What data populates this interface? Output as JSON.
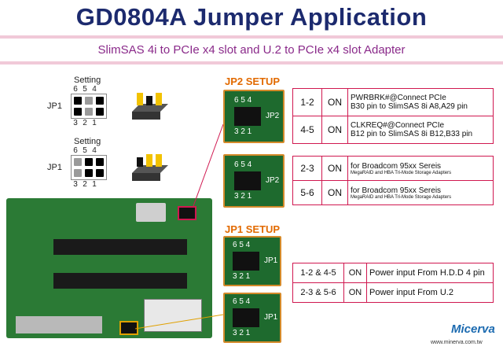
{
  "title": "GD0804A Jumper Application",
  "subtitle": "SlimSAS 4i to PCIe x4 slot and U.2 to PCIe x4 slot Adapter",
  "setting_label": "Setting",
  "jp1_label": "JP1",
  "pins_top": [
    "6",
    "5",
    "4"
  ],
  "pins_bottom": [
    "3",
    "2",
    "1"
  ],
  "jp2_header": "JP2 SETUP",
  "jp1_header": "JP1 SETUP",
  "photo_label_jp2": "JP2",
  "photo_label_jp1": "JP1",
  "jp2_table_a": [
    {
      "pins": "1-2",
      "state": "ON",
      "line1": "PWRBRK#@Connect PCIe",
      "line2": "B30 pin to SlimSAS 8i A8,A29 pin"
    },
    {
      "pins": "4-5",
      "state": "ON",
      "line1": "CLKREQ#@Connect PCIe",
      "line2": "B12 pin to SlimSAS 8i B12,B33 pin"
    }
  ],
  "jp2_table_b": [
    {
      "pins": "2-3",
      "state": "ON",
      "line1": "for Broadcom 95xx Sereis",
      "line2": "MegaRAID and HBA Tri-Mode Storage Adapters"
    },
    {
      "pins": "5-6",
      "state": "ON",
      "line1": "for Broadcom 95xx Sereis",
      "line2": "MegaRAID and HBA Tri-Mode Storage Adapters"
    }
  ],
  "jp1_table": [
    {
      "pins": "1-2 & 4-5",
      "state": "ON",
      "desc": "Power input From H.D.D 4 pin"
    },
    {
      "pins": "2-3 & 5-6",
      "state": "ON",
      "desc": "Power input From U.2"
    }
  ],
  "brand": "Micerva",
  "website": "www.minerva.com.tw",
  "colors": {
    "title": "#1c2a6e",
    "subtitle": "#8a2a8a",
    "header": "#e26a00",
    "table_border": "#d01850",
    "board": "#2b7a35"
  }
}
